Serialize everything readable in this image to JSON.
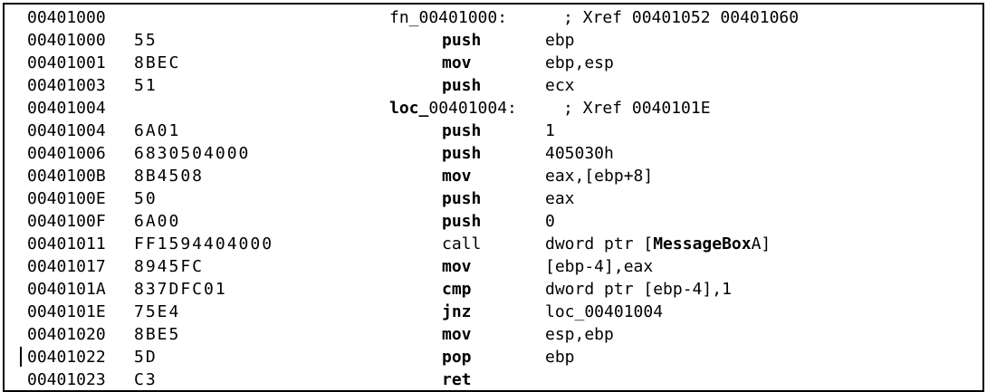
{
  "colors": {
    "background": "#ffffff",
    "text": "#000000",
    "border": "#000000",
    "caret": "#000000"
  },
  "listing": {
    "function_name": "fn_00401000",
    "lines": [
      {
        "addr": "00401000",
        "label": [
          {
            "text": "fn_00401000:",
            "bold": false
          }
        ],
        "comment": "; Xref 00401052 00401060"
      },
      {
        "addr": "00401000",
        "bytes": "55",
        "mnem": {
          "text": "push",
          "bold": true
        },
        "operand": "ebp"
      },
      {
        "addr": "00401001",
        "bytes": "8BEC",
        "mnem": {
          "text": "mov",
          "bold": true
        },
        "operand": "ebp,esp"
      },
      {
        "addr": "00401003",
        "bytes": "51",
        "mnem": {
          "text": "push",
          "bold": true
        },
        "operand": "ecx"
      },
      {
        "addr": "00401004",
        "label": [
          {
            "text": "loc_",
            "bold": true
          },
          {
            "text": "00401004:",
            "bold": false
          }
        ],
        "comment": "; Xref 0040101E"
      },
      {
        "addr": "00401004",
        "bytes": "6A01",
        "mnem": {
          "text": "push",
          "bold": true
        },
        "operand": "1"
      },
      {
        "addr": "00401006",
        "bytes": "6830504000",
        "mnem": {
          "text": "push",
          "bold": true
        },
        "operand": "405030h"
      },
      {
        "addr": "0040100B",
        "bytes": "8B4508",
        "mnem": {
          "text": "mov",
          "bold": true
        },
        "operand": "eax,[ebp+8]"
      },
      {
        "addr": "0040100E",
        "bytes": "50",
        "mnem": {
          "text": "push",
          "bold": true
        },
        "operand": "eax"
      },
      {
        "addr": "0040100F",
        "bytes": "6A00",
        "mnem": {
          "text": "push",
          "bold": true
        },
        "operand": "0"
      },
      {
        "addr": "00401011",
        "bytes": "FF1594404000",
        "mnem": {
          "text": "call",
          "bold": false
        },
        "operand": [
          {
            "text": "dword ptr [",
            "bold": false
          },
          {
            "text": "MessageBox",
            "bold": true
          },
          {
            "text": "A]",
            "bold": false
          }
        ]
      },
      {
        "addr": "00401017",
        "bytes": "8945FC",
        "mnem": {
          "text": "mov",
          "bold": true
        },
        "operand": "[ebp-4],eax"
      },
      {
        "addr": "0040101A",
        "bytes": "837DFC01",
        "mnem": {
          "text": "cmp",
          "bold": true
        },
        "operand": "dword ptr [ebp-4],1"
      },
      {
        "addr": "0040101E",
        "bytes": "75E4",
        "mnem": {
          "text": "jnz",
          "bold": true
        },
        "operand": "loc_00401004"
      },
      {
        "addr": "00401020",
        "bytes": "8BE5",
        "mnem": {
          "text": "mov",
          "bold": true
        },
        "operand": "esp,ebp"
      },
      {
        "addr": "00401022",
        "bytes": "5D",
        "mnem": {
          "text": "pop",
          "bold": true
        },
        "operand": "ebp",
        "caret": true
      },
      {
        "addr": "00401023",
        "bytes": "C3",
        "mnem": {
          "text": "ret",
          "bold": true
        }
      }
    ]
  }
}
